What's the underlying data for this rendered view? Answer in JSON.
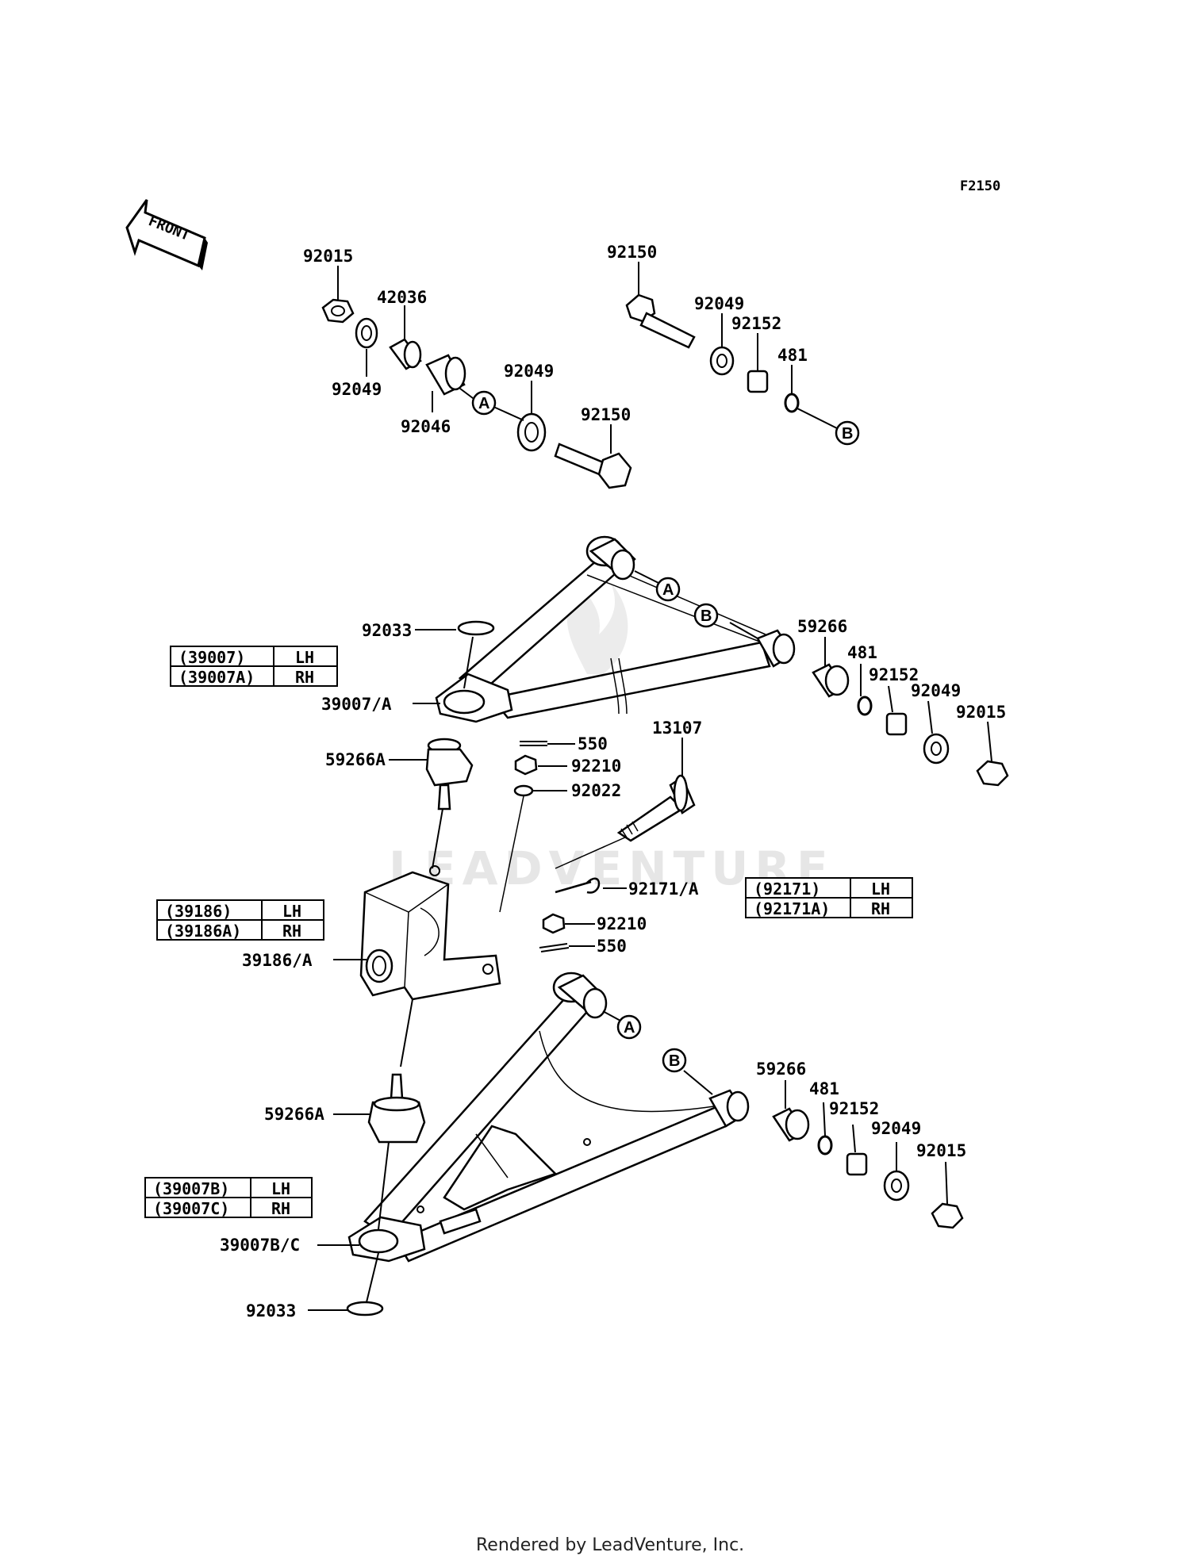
{
  "diagram_code": "F2150",
  "front_label": "FRONT",
  "watermark": "LEADVENTURE",
  "footer": "Rendered by LeadVenture, Inc.",
  "ref_markers": {
    "a": "A",
    "b": "B"
  },
  "parts": {
    "p92015_top": "92015",
    "p42036": "42036",
    "p92049_tl": "92049",
    "p92046": "92046",
    "p92049_tm": "92049",
    "p92150_bolt_lower": "92150",
    "p92150_bolt_upper": "92150",
    "p92049_tr": "92049",
    "p92152_tr": "92152",
    "p481_tr": "481",
    "p92033_upper": "92033",
    "p39007_a": "39007/A",
    "p59266_upper": "59266",
    "p481_upper": "481",
    "p92152_upper": "92152",
    "p92049_upper": "92049",
    "p92015_upper": "92015",
    "p59266a_upper": "59266A",
    "p550_upper": "550",
    "p92210_upper": "92210",
    "p92022": "92022",
    "p13107": "13107",
    "p92171_a": "92171/A",
    "p92210_lower": "92210",
    "p550_lower": "550",
    "p39186_a": "39186/A",
    "p59266_lower": "59266",
    "p481_lower": "481",
    "p92152_lower": "92152",
    "p92049_lower": "92049",
    "p92015_lower": "92015",
    "p59266a_lower": "59266A",
    "p39007bc": "39007B/C",
    "p92033_lower": "92033"
  },
  "tables": {
    "t39007": {
      "r1c1": "(39007)",
      "r1c2": "LH",
      "r2c1": "(39007A)",
      "r2c2": "RH"
    },
    "t39186": {
      "r1c1": "(39186)",
      "r1c2": "LH",
      "r2c1": "(39186A)",
      "r2c2": "RH"
    },
    "t92171": {
      "r1c1": "(92171)",
      "r1c2": "LH",
      "r2c1": "(92171A)",
      "r2c2": "RH"
    },
    "t39007b": {
      "r1c1": "(39007B)",
      "r1c2": "LH",
      "r2c1": "(39007C)",
      "r2c2": "RH"
    }
  }
}
